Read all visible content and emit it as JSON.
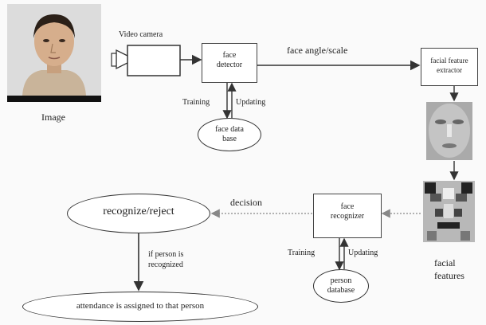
{
  "image_caption": "Image",
  "video_camera_label": "Video camera",
  "face_detector": {
    "line1": "face",
    "line2": "detector"
  },
  "face_angle_scale_label": "face angle/scale",
  "feature_extractor": {
    "line1": "facial feature",
    "line2": "extractor"
  },
  "training_label_1": "Training",
  "updating_label_1": "Updating",
  "face_database": {
    "line1": "face data",
    "line2": "base"
  },
  "decision_label": "decision",
  "recognize_reject_label": "recognize/reject",
  "face_recognizer": {
    "line1": "face",
    "line2": "recognizer"
  },
  "if_person": {
    "line1": "if person is",
    "line2": "recognized"
  },
  "training_label_2": "Training",
  "updating_label_2": "Updating",
  "person_database": {
    "line1": "person",
    "line2": "database"
  },
  "facial_features_label": {
    "line1": "facial",
    "line2": "features"
  },
  "attendance_label": "attendance is assigned to that person",
  "colors": {
    "line": "#333333",
    "dotted_line": "#999999",
    "box_border": "#444444"
  }
}
